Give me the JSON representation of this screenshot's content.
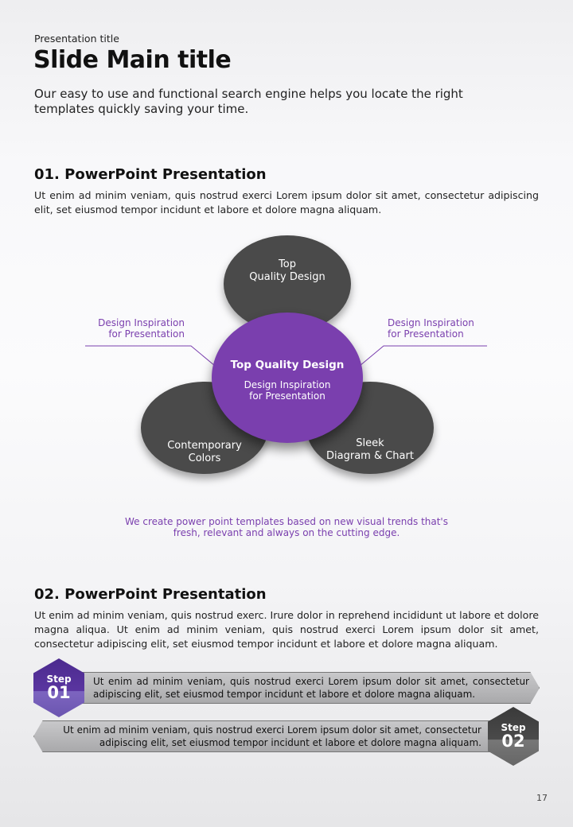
{
  "header": {
    "presentation_title": "Presentation title",
    "main_title": "Slide Main title",
    "subtitle": "Our easy to use and functional search engine helps you locate the right templates quickly saving your time."
  },
  "section1": {
    "heading": "01. PowerPoint Presentation",
    "body": "Ut enim ad minim veniam, quis nostrud exerci  Lorem ipsum dolor sit amet, consectetur adipiscing elit, set eiusmod tempor incidunt et labore et dolore magna aliquam."
  },
  "diagram": {
    "top": {
      "line1": "Top",
      "line2": "Quality Design"
    },
    "left": {
      "line1": "Contemporary",
      "line2": "Colors"
    },
    "right": {
      "line1": "Sleek",
      "line2": "Diagram & Chart"
    },
    "center": {
      "title": "Top Quality Design",
      "line1": "Design Inspiration",
      "line2": "for Presentation"
    },
    "label_left": {
      "line1": "Design Inspiration",
      "line2": "for Presentation"
    },
    "label_right": {
      "line1": "Design Inspiration",
      "line2": "for Presentation"
    },
    "caption": {
      "line1": "We create power point templates based on new visual trends that's",
      "line2": "fresh, relevant and always on the cutting edge."
    }
  },
  "section2": {
    "heading": "02. PowerPoint Presentation",
    "body": "Ut enim ad minim veniam, quis nostrud exerc. Irure dolor in reprehend incididunt ut labore et dolore magna aliqua. Ut enim ad minim veniam, quis nostrud exerci  Lorem ipsum dolor sit amet, consectetur adipiscing elit, set eiusmod tempor incidunt et labore et dolore magna aliquam."
  },
  "steps": [
    {
      "label": "Step",
      "number": "01",
      "text": "Ut enim ad minim veniam, quis nostrud exerci  Lorem ipsum dolor sit amet, consectetur adipiscing elit, set eiusmod tempor incidunt et labore et dolore magna aliquam."
    },
    {
      "label": "Step",
      "number": "02",
      "text": "Ut enim ad minim veniam, quis nostrud exerci  Lorem ipsum dolor sit amet, consectetur adipiscing elit, set eiusmod tempor incidunt et labore et dolore magna aliquam."
    }
  ],
  "page_number": "17",
  "colors": {
    "accent": "#7a3fae",
    "dark": "#4a4a4a"
  }
}
